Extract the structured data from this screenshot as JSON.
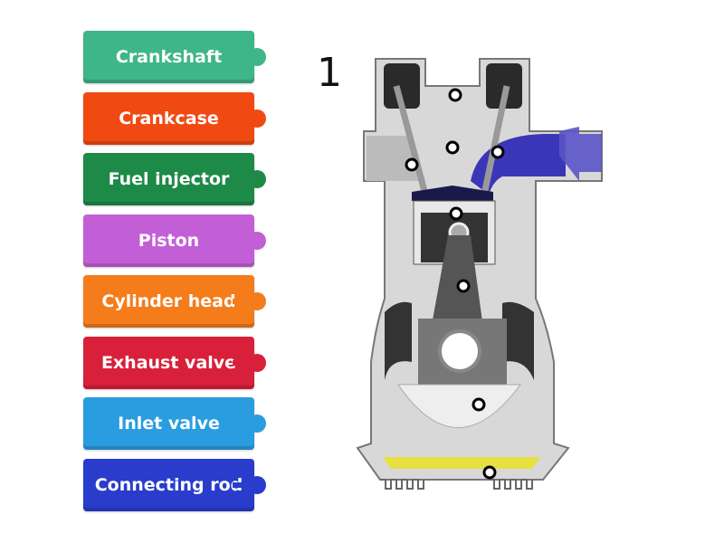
{
  "step_number": "1",
  "labels": [
    {
      "text": "Crankshaft",
      "color": "#3fb68a"
    },
    {
      "text": "Crankcase",
      "color": "#f04a12"
    },
    {
      "text": "Fuel injector",
      "color": "#1e8a48"
    },
    {
      "text": "Piston",
      "color": "#c35fd6"
    },
    {
      "text": "Cylinder head",
      "color": "#f57c1a"
    },
    {
      "text": "Exhaust valve",
      "color": "#d8203a"
    },
    {
      "text": "Inlet valve",
      "color": "#2a9de0"
    },
    {
      "text": "Connecting rod",
      "color": "#2a3ccc"
    }
  ],
  "diagram": {
    "intake_arrow_color": "#5a55c8",
    "oil_color": "#e8e040"
  }
}
